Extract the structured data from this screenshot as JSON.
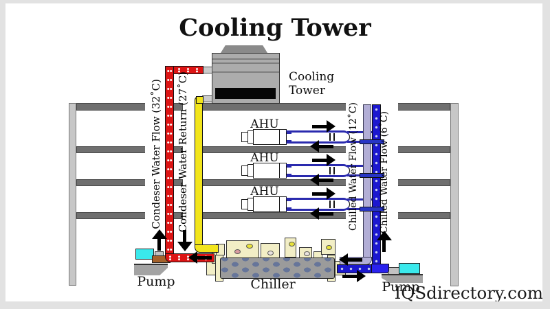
{
  "title": "Cooling Tower",
  "equipment": {
    "cooling_tower_label": "Cooling Tower",
    "chiller_label": "Chiller",
    "pump_left_label": "Pump",
    "pump_right_label": "Pump",
    "ahu_labels": [
      "AHU",
      "AHU",
      "AHU"
    ]
  },
  "pipe_labels": {
    "condenser_flow": "Condeser Water Flow (32˚C)",
    "condenser_return": "Condeser Water Return (27˚C)",
    "chilled_flow_12": "Chilled Water Flow (12˚C)",
    "chilled_flow_6": "Chilled Water Flow (6˚C)"
  },
  "watermark": "IQSdirectory.com",
  "icons": {
    "up_arrow": "flow-direction-up-arrow",
    "down_arrow": "flow-direction-down-arrow",
    "left_arrow": "flow-direction-left-arrow",
    "right_arrow": "flow-direction-right-arrow"
  },
  "colors": {
    "condenser_flow_pipe": "#dd1414",
    "condenser_return_pipe": "#f2e51c",
    "chilled_return_pipe": "#b2aed6",
    "chilled_supply_pipe": "#1c18cf",
    "chilled_elbow": "#2a22ee",
    "pump_motor_cyan": "#3ae9ec",
    "pump_inlet_brown": "#a5622b",
    "chiller_khaki": "#f2eec6",
    "slab_gray": "#6f6f6f",
    "column_gray": "#c7c7c7",
    "tower_gray": "#acacac",
    "ahu_pipe_blue": "#2a2aae"
  }
}
